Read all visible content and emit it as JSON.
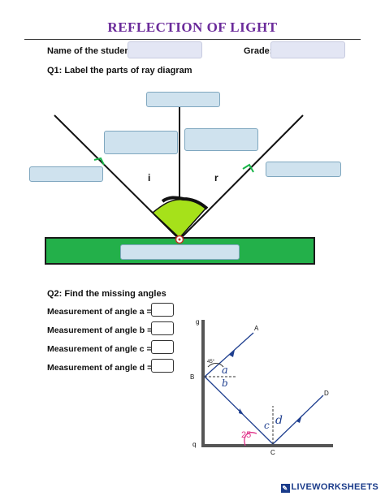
{
  "header": {
    "title": "REFLECTION OF LIGHT",
    "name_label": "Name of the student:",
    "grade_label": "Grade:"
  },
  "q1": {
    "prompt": "Q1: Label the parts of ray diagram",
    "angle_i": "i",
    "angle_r": "r"
  },
  "q2": {
    "prompt": "Q2: Find the missing angles",
    "rows": [
      "Measurement of angle a =",
      "Measurement of angle b =",
      "Measurement of angle c =",
      "Measurement of angle d ="
    ],
    "diagram": {
      "point_a": "A",
      "point_b": "B",
      "point_c": "C",
      "point_d": "D",
      "angle_given": "25",
      "mark_a": "a",
      "mark_b": "b",
      "mark_c": "c",
      "mark_d": "d",
      "corner_top": "g",
      "corner_bottom": "q",
      "small_angle": "45°"
    }
  },
  "footer": {
    "brand": "LIVEWORKSHEETS"
  },
  "colors": {
    "title": "#6a2a9a",
    "mirror_green": "#23b04a",
    "angle_fill": "#a6e11a",
    "blank_fill": "#cfe2ee",
    "arrow_green": "#18b548",
    "ray_blue": "#1f3f8f",
    "hand_pink": "#e0358c"
  }
}
